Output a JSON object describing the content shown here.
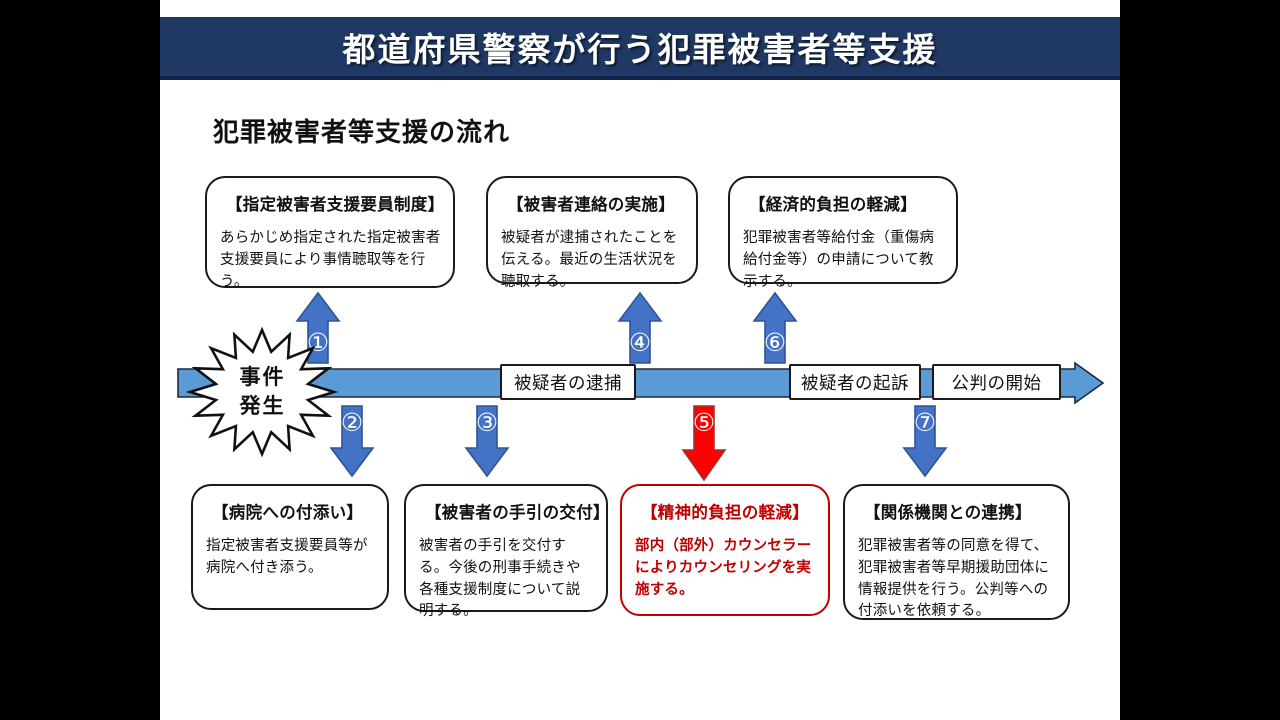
{
  "page": {
    "header_title": "都道府県警察が行う犯罪被害者等支援",
    "subtitle": "犯罪被害者等支援の流れ"
  },
  "colors": {
    "header_bg": "#1F3864",
    "timeline_fill": "#5B9BD5",
    "timeline_border": "#1C2940",
    "arrow_blue": "#4472C4",
    "arrow_blue_border": "#2E5597",
    "arrow_red": "#FE0000",
    "arrow_red_border": "#953735",
    "red_accent": "#C00000"
  },
  "flow": {
    "start_burst": {
      "line1": "事件",
      "line2": "発生"
    },
    "milestones": [
      {
        "label": "被疑者の逮捕"
      },
      {
        "label": "被疑者の起訴"
      },
      {
        "label": "公判の開始"
      }
    ]
  },
  "arrows": [
    {
      "number": "①",
      "direction": "up",
      "color": "blue"
    },
    {
      "number": "②",
      "direction": "down",
      "color": "blue"
    },
    {
      "number": "③",
      "direction": "down",
      "color": "blue"
    },
    {
      "number": "④",
      "direction": "up",
      "color": "blue"
    },
    {
      "number": "⑤",
      "direction": "down",
      "color": "red"
    },
    {
      "number": "⑥",
      "direction": "up",
      "color": "blue"
    },
    {
      "number": "⑦",
      "direction": "down",
      "color": "blue"
    }
  ],
  "top_boxes": [
    {
      "title": "【指定被害者支援要員制度】",
      "body": "あらかじめ指定された指定被害者支援要員により事情聴取等を行う。"
    },
    {
      "title": "【被害者連絡の実施】",
      "body": "被疑者が逮捕されたことを伝える。最近の生活状況を聴取する。"
    },
    {
      "title": "【経済的負担の軽減】",
      "body": "犯罪被害者等給付金（重傷病給付金等）の申請について教示する。"
    }
  ],
  "bottom_boxes": [
    {
      "title": "【病院への付添い】",
      "body": "指定被害者支援要員等が病院へ付き添う。"
    },
    {
      "title": "【被害者の手引の交付】",
      "body": "被害者の手引を交付する。今後の刑事手続きや各種支援制度について説明する。"
    },
    {
      "title": "【精神的負担の軽減】",
      "body": "部内（部外）カウンセラーによりカウンセリングを実施する。"
    },
    {
      "title": "【関係機関との連携】",
      "body": "犯罪被害者等の同意を得て、犯罪被害者等早期援助団体に情報提供を行う。公判等への付添いを依頼する。"
    }
  ]
}
